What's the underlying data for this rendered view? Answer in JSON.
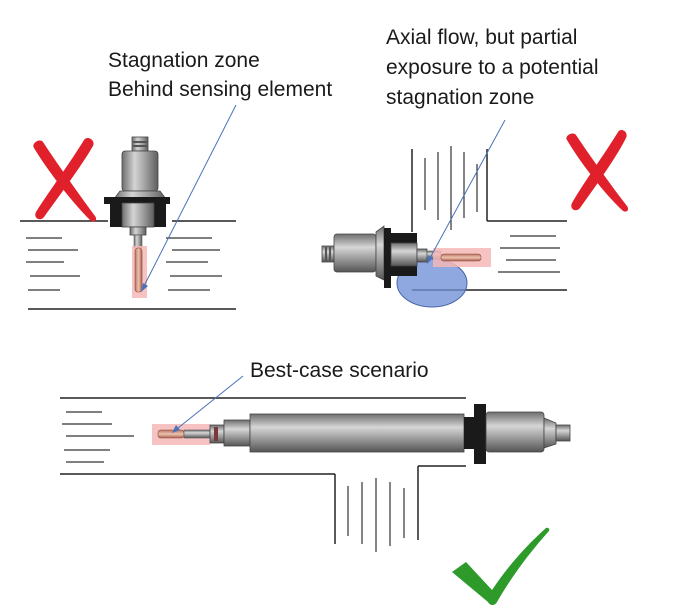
{
  "labels": {
    "stagnation_line1": "Stagnation zone",
    "stagnation_line2": "Behind sensing element",
    "axial_line1": "Axial flow, but partial",
    "axial_line2": "exposure to a potential",
    "axial_line3": "stagnation zone",
    "best_case": "Best-case scenario"
  },
  "markers": {
    "bad_top_left": "red-x-icon",
    "bad_top_right": "red-x-icon",
    "good_bottom": "green-check-icon"
  },
  "colors": {
    "cross": "#e0202a",
    "check": "#2d9a2a",
    "highlight": "#f4b7b7",
    "stagnation_zone": "#6f8fd6",
    "leader_line": "#4a72b8",
    "sensor_body": "#8f8f8f",
    "flange": "#1a1a1a",
    "pipe_line": "#222222"
  }
}
